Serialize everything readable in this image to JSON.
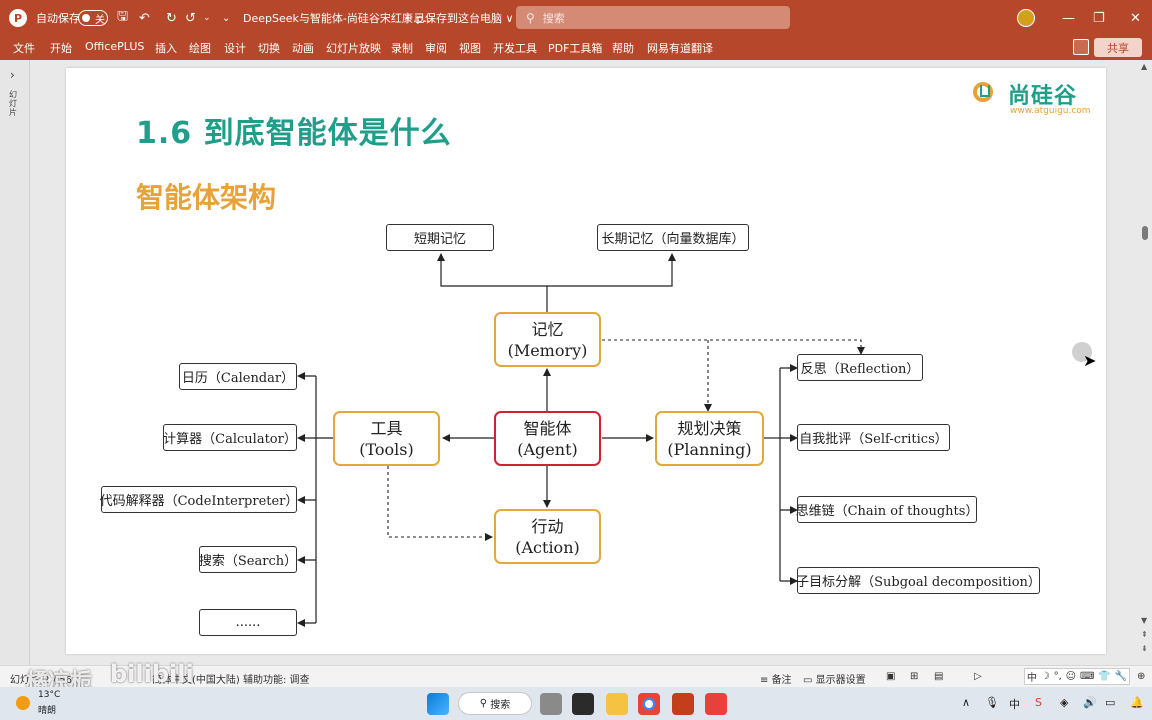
{
  "titlebar": {
    "app_letter": "P",
    "autosave_label": "自动保存",
    "autosave_state": "关",
    "doc_title": "DeepSeek与智能体-尚硅谷宋红康.p...",
    "save_status": "• 已保存到这台电脑 ∨",
    "search_placeholder": "搜索",
    "min": "—",
    "max": "❐",
    "close": "✕"
  },
  "menu": {
    "items": [
      "文件",
      "开始",
      "OfficePLUS",
      "插入",
      "绘图",
      "设计",
      "切换",
      "动画",
      "幻灯片放映",
      "录制",
      "审阅",
      "视图",
      "开发工具",
      "PDF工具箱",
      "帮助",
      "网易有道翻译"
    ],
    "share": "共享"
  },
  "leftpanel": {
    "label": "幻灯片"
  },
  "slide": {
    "title": "1.6 到底智能体是什么",
    "subtitle": "智能体架构",
    "brand": "尚硅谷",
    "brand_url": "www.atguigu.com",
    "nodes": {
      "agent": {
        "cn": "智能体",
        "en": "(Agent)"
      },
      "memory": {
        "cn": "记忆",
        "en": "(Memory)"
      },
      "tools": {
        "cn": "工具",
        "en": "(Tools)"
      },
      "planning": {
        "cn": "规划决策",
        "en": "(Planning)"
      },
      "action": {
        "cn": "行动",
        "en": "(Action)"
      },
      "short_mem": "短期记忆",
      "long_mem": "长期记忆（向量数据库）",
      "calendar": "日历（Calendar）",
      "calculator": "计算器（Calculator）",
      "code": "代码解释器（CodeInterpreter）",
      "search": "搜索（Search）",
      "more": "......",
      "reflection": "反思（Reflection）",
      "selfcritics": "自我批评（Self-critics）",
      "cot": "思维链（Chain of thoughts）",
      "subgoal": "子目标分解（Subgoal decomposition）"
    }
  },
  "statusbar": {
    "slide_info": "幻灯片 2 / 56",
    "lang": "简体中文(中国大陆)",
    "accessibility": "辅助功能: 调查",
    "notes": "备注",
    "display": "显示器设置",
    "ime": [
      "中",
      "☽",
      "°,",
      "☺",
      "⌨",
      "👕",
      "🔧"
    ]
  },
  "watermark": {
    "name": "橘凉栀",
    "site": "bilibili"
  },
  "taskbar": {
    "temp": "13°C",
    "weather": "晴朗",
    "search": "搜索",
    "tray_lang": "中",
    "tray_up": "∧"
  }
}
